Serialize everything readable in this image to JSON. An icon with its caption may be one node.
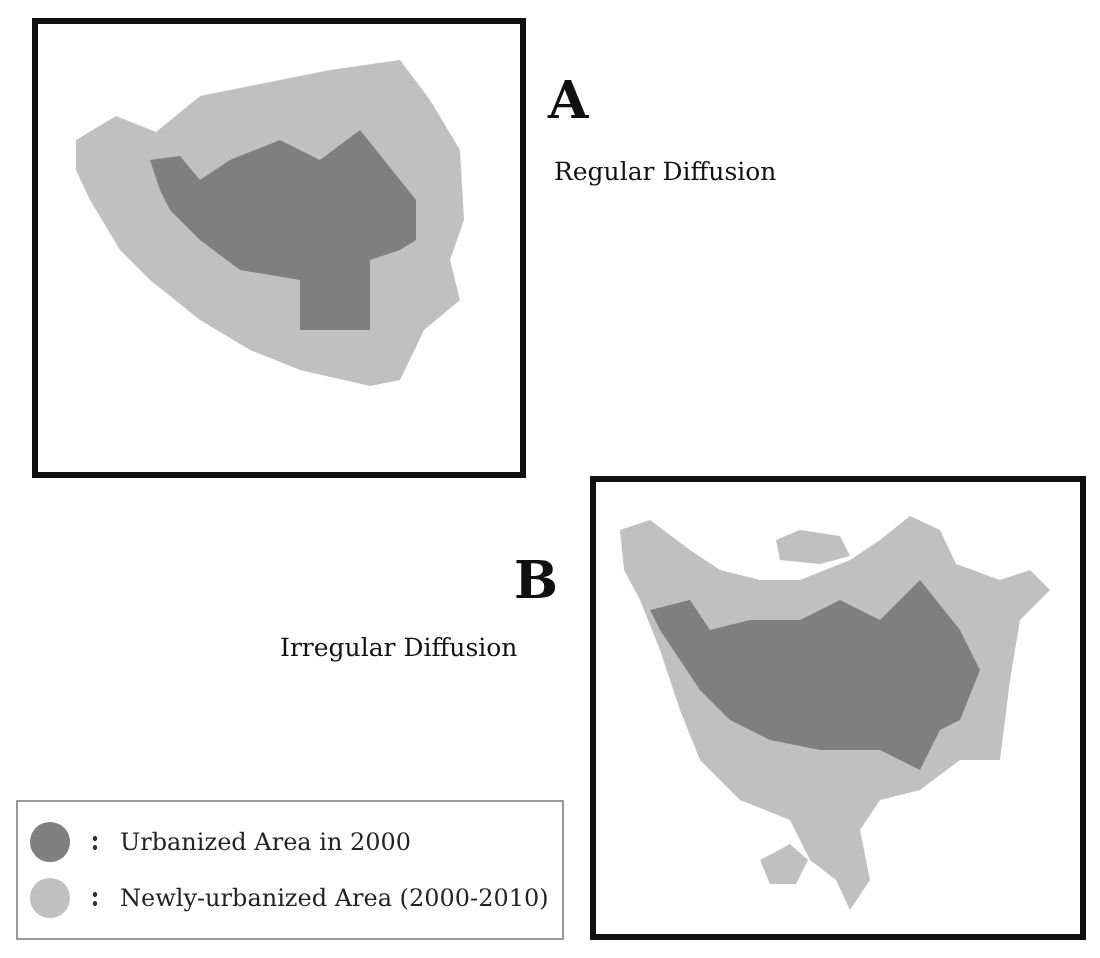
{
  "diagram": {
    "labels": [
      "A",
      "Regular Diffusion",
      "B",
      "Irregular Diffusion"
    ],
    "legend": [
      {
        "text": "Urbanized Area in 2000",
        "color": "#7f7f7f"
      },
      {
        "text": "Newly-urbanized Area (2000-2010)",
        "color": "#c0c0c0"
      }
    ]
  }
}
